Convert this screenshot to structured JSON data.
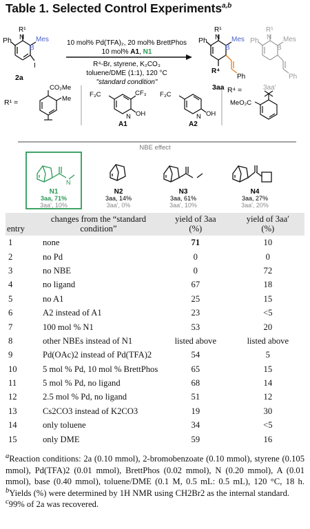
{
  "title": {
    "text": "Table 1. Selected Control Experiments",
    "marks": "a,b"
  },
  "scheme": {
    "conditions": {
      "line1": "10 mol% Pd(TFA)₂, 20 mol% BrettPhos",
      "line2a": "10 mol% ",
      "line2b": "A1",
      "line2c": ", ",
      "line2d": "N1",
      "line3": "R⁴-Br, styrene, K₂CO₃",
      "line4": "toluene/DME (1:1), 120 °C",
      "line5": "\"standard condition\""
    },
    "labels": {
      "sm": "2a",
      "product": "3aa",
      "byproduct": "3aa'",
      "r1": "R¹",
      "r1_eq": "R¹ =",
      "r4": "R⁴",
      "r4_eq": "R⁴ =",
      "mes": "Mes",
      "ph": "Ph",
      "n": "N",
      "b": "B",
      "i": "I",
      "co2me": "CO₂Me",
      "me": "Me",
      "meo2c": "MeO₂C",
      "cf3": "CF₃",
      "f3c": "F₃C",
      "oh": "OH",
      "a1": "A1",
      "a2": "A2"
    },
    "nbe": {
      "header": "NBE effect",
      "items": [
        {
          "name": "N1",
          "yield_3aa": "3aa, 71%",
          "yield_3aap": "3aa', 10%"
        },
        {
          "name": "N2",
          "yield_3aa": "3aa, 14%",
          "yield_3aap": "3aa', 0%"
        },
        {
          "name": "N3",
          "yield_3aa": "3aa, 61%",
          "yield_3aap": "3aa', 10%"
        },
        {
          "name": "N4",
          "yield_3aa": "3aa, 27%",
          "yield_3aap": "3aa', 20%"
        }
      ]
    }
  },
  "table": {
    "headers": {
      "entry": "entry",
      "changes_l1": "changes from the “standard",
      "changes_l2": "condition”",
      "y1_l1": "yield of 3aa",
      "y1_l2": "(%)",
      "y2_l1": "yield of 3aa′",
      "y2_l2": "(%)"
    },
    "rows": [
      {
        "entry": "1",
        "change": "none",
        "y1": "71",
        "y2": "10"
      },
      {
        "entry": "2",
        "change": "no Pd",
        "y1": "0",
        "y2": "0"
      },
      {
        "entry": "3",
        "change": "no NBE",
        "y1": "0",
        "y2": "72"
      },
      {
        "entry": "4",
        "change": "no ligand",
        "y1": "67",
        "y2": "18"
      },
      {
        "entry": "5",
        "change": "no A1",
        "y1": "25",
        "y2": "15"
      },
      {
        "entry": "6",
        "change": "A2 instead of A1",
        "y1": "23",
        "y2": "<5"
      },
      {
        "entry": "7",
        "change": "100 mol % N1",
        "y1": "53",
        "y2": "20"
      },
      {
        "entry": "8",
        "change": "other NBEs instead of N1",
        "y1": "listed above",
        "y2": "listed above"
      },
      {
        "entry": "9",
        "change": "Pd(OAc)2 instead of Pd(TFA)2",
        "y1": "54",
        "y2": "5"
      },
      {
        "entry": "10",
        "change": "5 mol % Pd, 10 mol % BrettPhos",
        "y1": "65",
        "y2": "15"
      },
      {
        "entry": "11",
        "change": "5 mol % Pd, no ligand",
        "y1": "68",
        "y2": "14"
      },
      {
        "entry": "12",
        "change": "2.5 mol % Pd, no ligand",
        "y1": "51",
        "y2": "12"
      },
      {
        "entry": "13",
        "change": "Cs2CO3 instead of K2CO3",
        "y1": "19",
        "y2": "30"
      },
      {
        "entry": "14",
        "change": "only toluene",
        "y1": "34",
        "y2": "<5"
      },
      {
        "entry": "15",
        "change": "only DME",
        "y1": "59",
        "y2": "16"
      }
    ]
  },
  "footnotes": {
    "a": "Reaction conditions: 2a (0.10 mmol), 2-bromobenzoate (0.10 mmol), styrene (0.105 mmol), Pd(TFA)2 (0.01 mmol), BrettPhos (0.02 mmol), N (0.20 mmol), A (0.01 mmol), base (0.40 mmol), toluene/DME (0.1 M, 0.5 mL: 0.5 mL), 120 °C, 18 h.",
    "b": "Yields (%) were determined by 1H NMR using CH2Br2 as the internal standard.",
    "c": "99% of 2a was recovered."
  }
}
